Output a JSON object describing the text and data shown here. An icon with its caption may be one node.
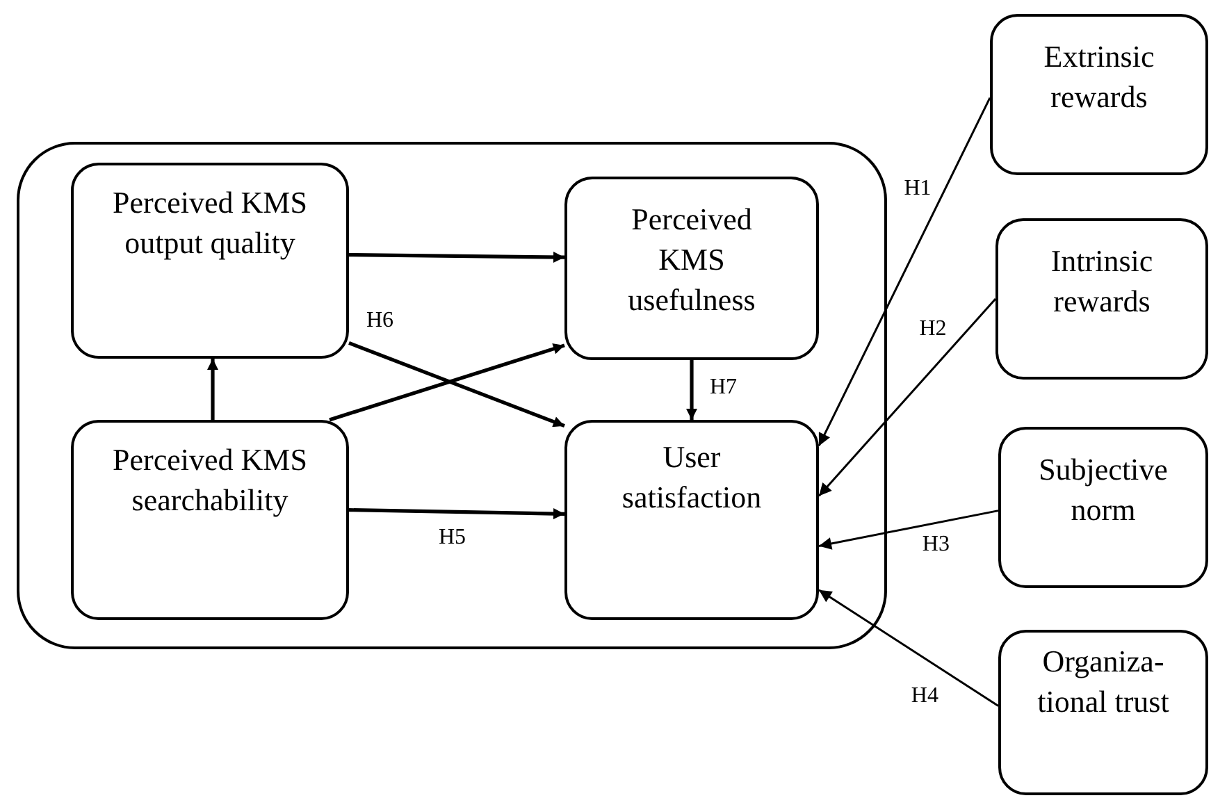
{
  "diagram": {
    "nodes": [
      {
        "text": [],
        "shape": "box"
      },
      {
        "text": [
          "Perceived KMS output quality"
        ],
        "in": 0
      },
      {
        "text": [
          "Perceived KMS usefulness"
        ],
        "in": 0
      },
      {
        "text": [
          "Perceived KMS searchability"
        ],
        "in": 0
      },
      {
        "text": [
          "User satisfaction"
        ],
        "in": 0
      },
      {
        "text": [
          "Extrinsic rewards"
        ]
      },
      {
        "text": [
          "Intrinsic rewards"
        ]
      },
      {
        "text": [
          "Subjective norm"
        ]
      },
      {
        "text": [
          "Organiza- tional trust"
        ]
      }
    ],
    "edges": [
      {
        "from": 1,
        "to": 2,
        "arrow": "to"
      },
      {
        "from": 3,
        "to": 1,
        "arrow": "to"
      },
      {
        "from": 3,
        "to": 2,
        "arrow": "to"
      },
      {
        "from": 1,
        "to": 4,
        "arrow": "to",
        "label": "H6"
      },
      {
        "from": 2,
        "to": 4,
        "arrow": "to",
        "label": "H7"
      },
      {
        "from": 3,
        "to": 4,
        "arrow": "to",
        "label": "H5"
      },
      {
        "from": 5,
        "to": 4,
        "arrow": "to",
        "label": "H1"
      },
      {
        "from": 6,
        "to": 4,
        "arrow": "to",
        "label": "H2"
      },
      {
        "from": 7,
        "to": 4,
        "arrow": "to",
        "label": "H3"
      },
      {
        "from": 8,
        "to": 4,
        "arrow": "to",
        "label": "H4"
      }
    ]
  }
}
